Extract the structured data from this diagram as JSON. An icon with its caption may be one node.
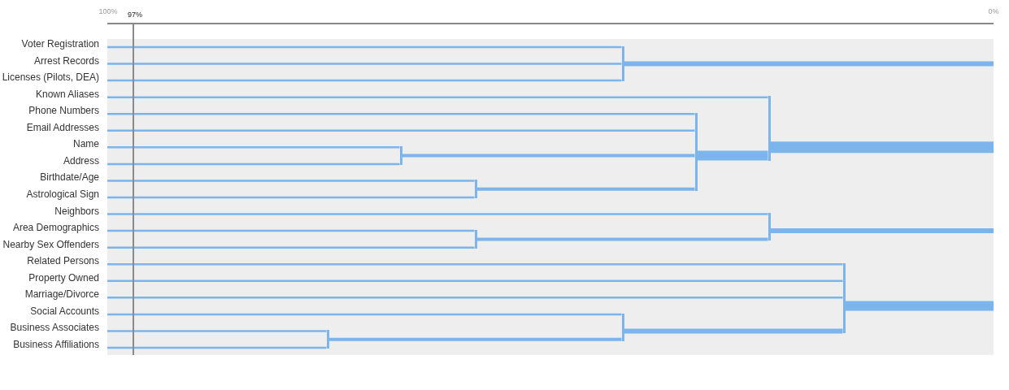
{
  "diagram": {
    "nodes": [
      {
        "text": [
          "Voter Registration"
        ]
      },
      {
        "text": [
          "Arrest Records"
        ]
      },
      {
        "text": [
          "Licenses (Pilots, DEA)"
        ]
      },
      {
        "text": [
          "Known Aliases"
        ]
      },
      {
        "text": [
          "Phone Numbers"
        ]
      },
      {
        "text": [
          "Email Addresses"
        ]
      },
      {
        "text": [
          "Name"
        ]
      },
      {
        "text": [
          "Address"
        ]
      },
      {
        "text": [
          "Birthdate/Age"
        ]
      },
      {
        "text": [
          "Astrological Sign"
        ]
      },
      {
        "text": [
          "Neighbors"
        ]
      },
      {
        "text": [
          "Area Demographics"
        ]
      },
      {
        "text": [
          "Nearby Sex Offenders"
        ]
      },
      {
        "text": [
          "Related Persons"
        ]
      },
      {
        "text": [
          "Property Owned"
        ]
      },
      {
        "text": [
          "Marriage/Divorce"
        ]
      },
      {
        "text": [
          "Social Accounts"
        ]
      },
      {
        "text": [
          "Business Associates"
        ]
      },
      {
        "text": [
          "Business Affiliations"
        ]
      },
      {
        "text": [],
        "shape": "bar"
      },
      {
        "text": [],
        "shape": "bar"
      },
      {
        "text": [],
        "shape": "bar"
      },
      {
        "text": [],
        "shape": "bar"
      },
      {
        "text": [],
        "shape": "bar"
      },
      {
        "text": [],
        "shape": "bar"
      },
      {
        "text": [],
        "shape": "bar"
      },
      {
        "text": [],
        "shape": "bar"
      },
      {
        "text": [],
        "shape": "bar"
      },
      {
        "text": [],
        "shape": "bar"
      }
    ],
    "edges": [
      {
        "from": 0,
        "to": 19,
        "arrow": "none"
      },
      {
        "from": 1,
        "to": 19,
        "arrow": "none"
      },
      {
        "from": 2,
        "to": 19,
        "arrow": "none"
      },
      {
        "from": 3,
        "to": 20,
        "arrow": "none"
      },
      {
        "from": 21,
        "to": 20,
        "arrow": "none",
        "style": "thick"
      },
      {
        "from": 4,
        "to": 21,
        "arrow": "none"
      },
      {
        "from": 5,
        "to": 21,
        "arrow": "none"
      },
      {
        "from": 22,
        "to": 21,
        "arrow": "none"
      },
      {
        "from": 23,
        "to": 21,
        "arrow": "none"
      },
      {
        "from": 6,
        "to": 22,
        "arrow": "none"
      },
      {
        "from": 7,
        "to": 22,
        "arrow": "none"
      },
      {
        "from": 8,
        "to": 23,
        "arrow": "none"
      },
      {
        "from": 9,
        "to": 23,
        "arrow": "none"
      },
      {
        "from": 10,
        "to": 24,
        "arrow": "none"
      },
      {
        "from": 25,
        "to": 24,
        "arrow": "none"
      },
      {
        "from": 11,
        "to": 25,
        "arrow": "none"
      },
      {
        "from": 12,
        "to": 25,
        "arrow": "none"
      },
      {
        "from": 13,
        "to": 26,
        "arrow": "none"
      },
      {
        "from": 14,
        "to": 26,
        "arrow": "none"
      },
      {
        "from": 15,
        "to": 26,
        "arrow": "none"
      },
      {
        "from": 27,
        "to": 26,
        "arrow": "none",
        "style": "thick"
      },
      {
        "from": 16,
        "to": 27,
        "arrow": "none"
      },
      {
        "from": 28,
        "to": 27,
        "arrow": "none"
      },
      {
        "from": 17,
        "to": 28,
        "arrow": "none"
      },
      {
        "from": 18,
        "to": 28,
        "arrow": "none"
      },
      {
        "from": 19,
        "to": null,
        "arrow": "none",
        "style": "thick"
      },
      {
        "from": 20,
        "to": null,
        "arrow": "none",
        "style": "thick"
      },
      {
        "from": 24,
        "to": null,
        "arrow": "none",
        "style": "thick"
      },
      {
        "from": 26,
        "to": null,
        "arrow": "none",
        "style": "thick"
      }
    ],
    "labels": [
      "100%",
      "97%",
      "0%"
    ]
  }
}
